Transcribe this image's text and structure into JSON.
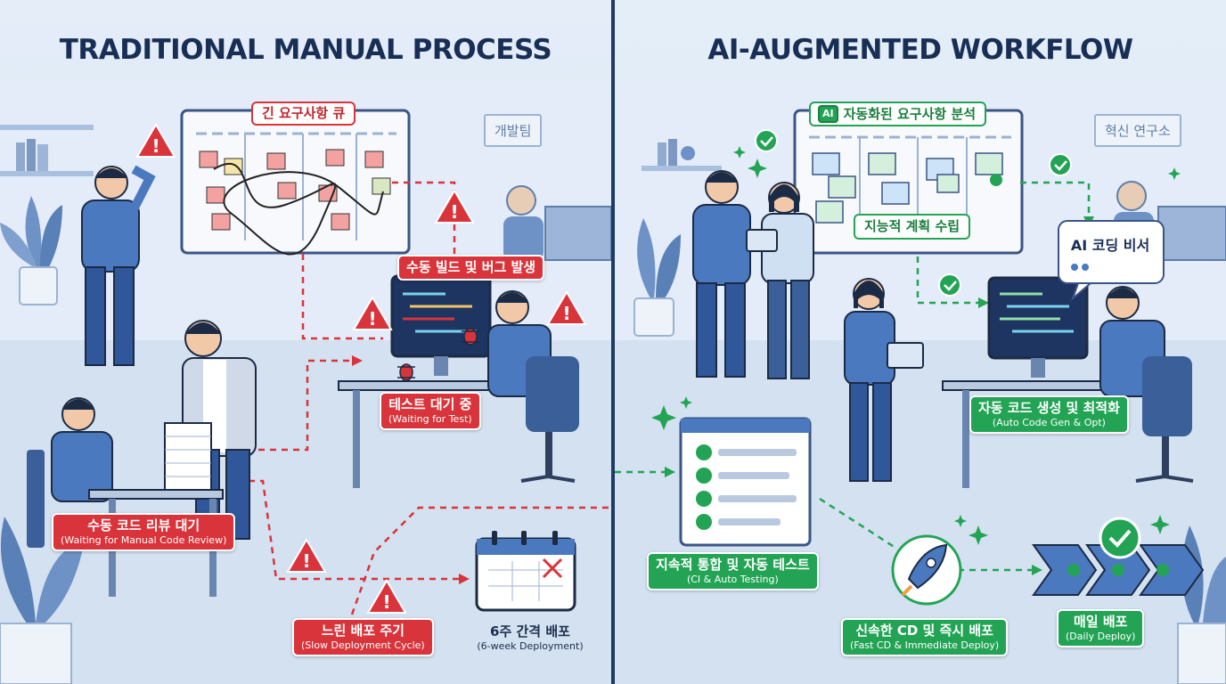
{
  "left_panel": {
    "title": "TRADITIONAL MANUAL PROCESS",
    "wall_sign": "개발팀",
    "board_label": "긴 요구사항 큐",
    "build_label": "수동 빌드 및 버그 발생",
    "test_wait": {
      "ko": "테스트 대기 중",
      "en": "(Waiting for Test)"
    },
    "review_wait": {
      "ko": "수동 코드 리뷰 대기",
      "en": "(Waiting for Manual Code Review)"
    },
    "slow_deploy": {
      "ko": "느린 배포 주기",
      "en": "(Slow Deployment Cycle)"
    },
    "six_week": {
      "ko": "6주 간격 배포",
      "en": "(6-week Deployment)"
    }
  },
  "right_panel": {
    "title": "AI-AUGMENTED WORKFLOW",
    "wall_sign": "혁신 연구소",
    "ai_chip": "AI",
    "board_label": "자동화된 요구사항 분석",
    "planning_label": "지능적 계획 수립",
    "assistant_label": "AI 코딩 비서",
    "auto_code": {
      "ko": "자동 코드 생성 및 최적화",
      "en": "(Auto Code Gen & Opt)"
    },
    "ci": {
      "ko": "지속적 통합 및 자동 테스트",
      "en": "(CI & Auto Testing)"
    },
    "cd": {
      "ko": "신속한 CD 및 즉시 배포",
      "en": "(Fast CD & Immediate Deploy)"
    },
    "daily": {
      "ko": "매일 배포",
      "en": "(Daily Deploy)"
    }
  },
  "colors": {
    "warning_red": "#d9343b",
    "success_green": "#23a455",
    "title_navy": "#182e55",
    "divider": "#1f3a63"
  },
  "icons": [
    "warning-icon",
    "bug-icon",
    "check-circle-icon",
    "sparkle-icon",
    "rocket-icon",
    "calendar-icon",
    "chat-bubble-icon",
    "ai-chip-icon",
    "gear-icon"
  ]
}
